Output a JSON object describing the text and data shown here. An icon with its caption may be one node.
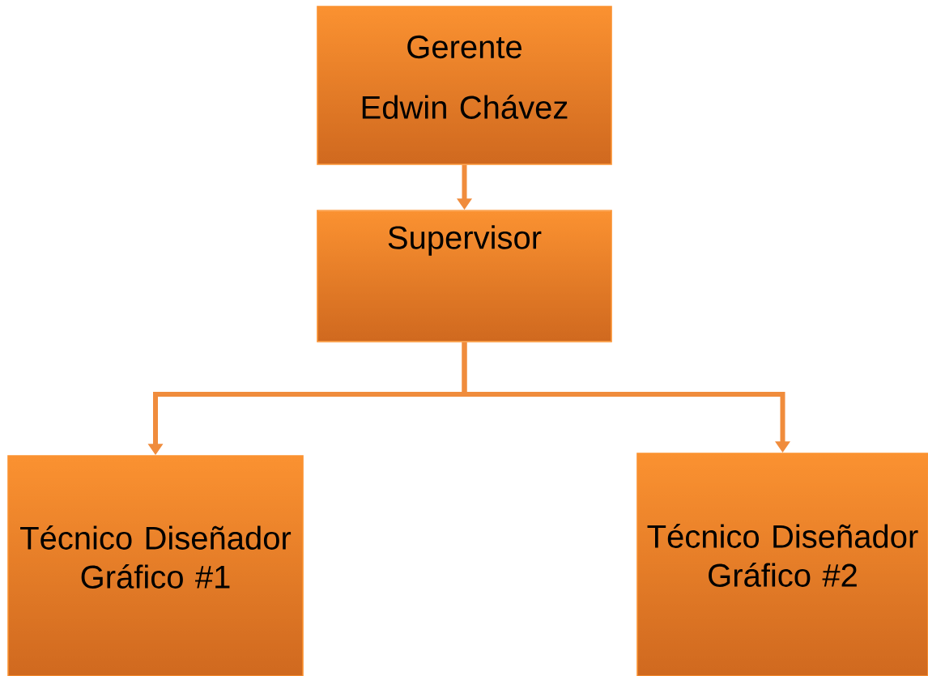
{
  "diagram": {
    "nodes": [
      {
        "text": [
          "Gerente",
          "Edwin Chávez"
        ]
      },
      {
        "text": [
          "Supervisor"
        ]
      },
      {
        "text": [
          "Técnico Diseñador Gráfico #1"
        ]
      },
      {
        "text": [
          "Técnico Diseñador Gráfico #2"
        ]
      }
    ],
    "edges": [
      {
        "from": 0,
        "to": 1,
        "arrow": "to"
      },
      {
        "from": 1,
        "to": 2,
        "arrow": "to"
      },
      {
        "from": 1,
        "to": 3,
        "arrow": "to"
      }
    ]
  }
}
